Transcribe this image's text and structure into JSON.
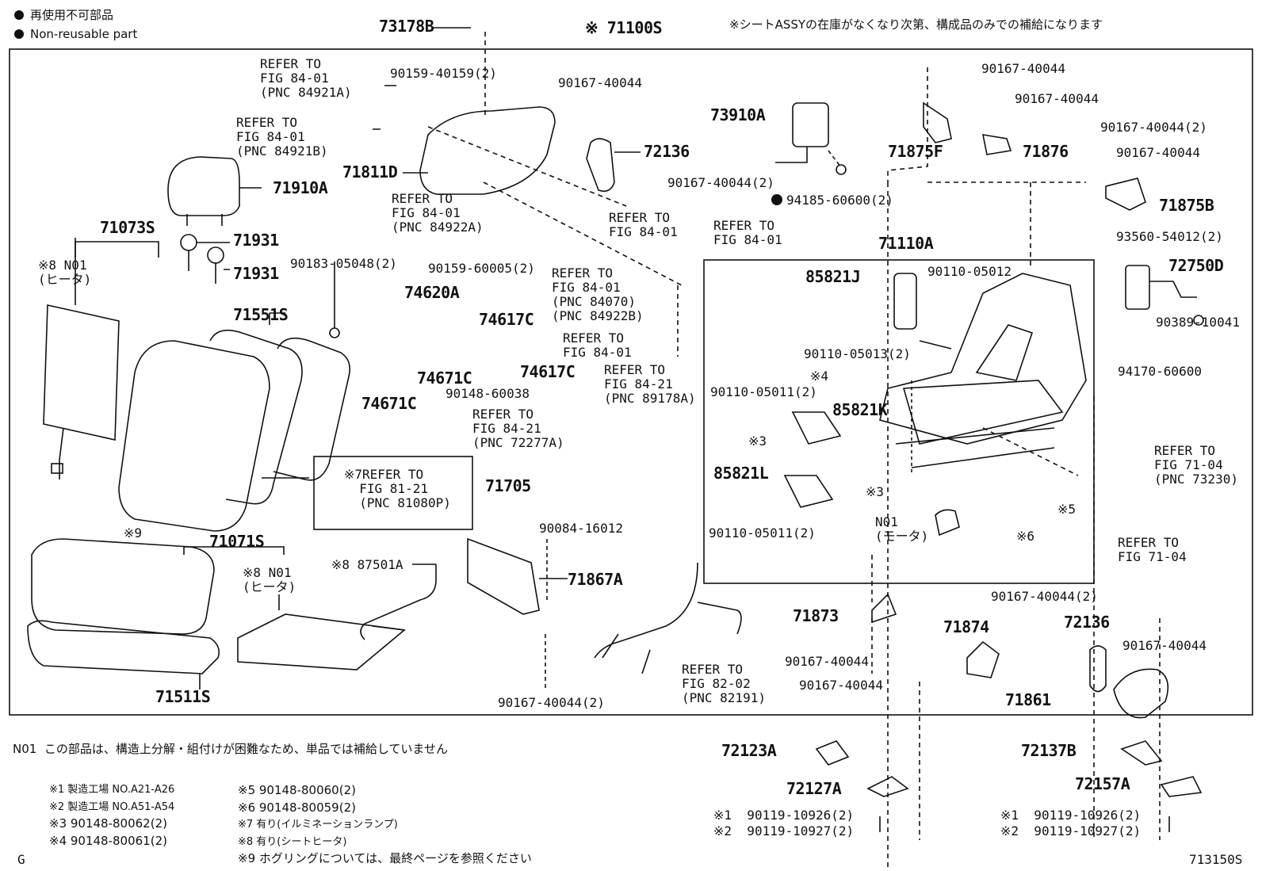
{
  "legend": {
    "jp": "再使用不可部品",
    "en": "Non-reusable part"
  },
  "top": {
    "p73178B": "73178B",
    "p71100S": "※ 71100S",
    "note_jp": "※シートASSYの在庫がなくなり次第、構成品のみでの補給になります"
  },
  "parts": {
    "ref1": "REFER TO\nFIG 84-01\n(PNC 84921A)",
    "ref2": "REFER TO\nFIG 84-01\n(PNC 84921B)",
    "p90159_40159": "90159-40159(2)",
    "p90167_40044_a": "90167-40044",
    "p73910A": "73910A",
    "p90167_40044_r1": "90167-40044",
    "p90167_40044_r2": "90167-40044",
    "p90167_40044_r3": "90167-40044(2)",
    "p71875F": "71875F",
    "p71876": "71876",
    "p90167_40044_r4": "90167-40044",
    "p71875B": "71875B",
    "p72136_top": "72136",
    "p71811D": "71811D",
    "p90167_40044_2b": "90167-40044(2)",
    "p94185": "94185-60600(2)",
    "p71910A": "71910A",
    "ref3": "REFER TO\nFIG 84-01\n(PNC 84922A)",
    "ref4": "REFER TO\nFIG 84-01",
    "ref5": "REFER TO\nFIG 84-01",
    "p71073S": "71073S",
    "p71931a": "71931",
    "p71931b": "71931",
    "p93560": "93560-54012(2)",
    "p71110A": "71110A",
    "p72750D": "72750D",
    "n01_heater_top": "※8 N01\n(ヒータ)",
    "p90183": "90183-05048(2)",
    "p90159_60005": "90159-60005(2)",
    "ref6": "REFER TO\nFIG 84-01\n(PNC 84070)\n(PNC 84922B)",
    "p85821J": "85821J",
    "p90110_05012": "90110-05012",
    "p90389": "90389-10041",
    "p74620A": "74620A",
    "p71551S": "71551S",
    "p74617C_a": "74617C",
    "ref7": "REFER TO\nFIG 84-01",
    "p90110_05013": "90110-05013(2)",
    "p74617C_b": "74617C",
    "p74671C_a": "74671C",
    "ref8": "REFER TO\nFIG 84-21\n(PNC 89178A)",
    "x4": "※4",
    "p94170": "94170-60600",
    "p90148_60038": "90148-60038",
    "p74671C_b": "74671C",
    "p90110_05011a": "90110-05011(2)",
    "p85821K": "85821K",
    "ref9": "REFER TO\nFIG 84-21\n(PNC 72277A)",
    "x3a": "※3",
    "ref10": "REFER TO\nFIG 71-04\n(PNC 73230)",
    "ref11": "※7REFER TO\n  FIG 81-21\n  (PNC 81080P)",
    "p71705": "71705",
    "p85821L": "85821L",
    "x3b": "※3",
    "x5": "※5",
    "p90110_05011b": "90110-05011(2)",
    "n01_motor": "N01\n(モータ)",
    "x6": "※6",
    "ref12": "REFER TO\nFIG 71-04",
    "x9": "※9",
    "p90084": "90084-16012",
    "p71071S": "71071S",
    "n01_heater_bot": "※8 N01\n(ヒータ)",
    "p87501A": "※8 87501A",
    "p71867A": "71867A",
    "p90167_40044_2c": "90167-40044(2)",
    "p72136_bot": "72136",
    "p71873": "71873",
    "p71874": "71874",
    "p90167_40044_m": "90167-40044",
    "p90167_40044_n": "90167-40044",
    "p90167_40044_o": "90167-40044",
    "ref13": "REFER TO\nFIG 82-02\n(PNC 82191)",
    "p71861": "71861",
    "p71511S": "71511S",
    "p90167_40044_2d": "90167-40044(2)"
  },
  "notes": {
    "n01": "N01  この部品は、構造上分解・組付けが困難なため、単品では補給していません",
    "n1": "※1 製造工場 NO.A21-A26",
    "n2": "※2 製造工場 NO.A51-A54",
    "n3": "※3 90148-80062(2)",
    "n4": "※4 90148-80061(2)",
    "n5": "※5 90148-80060(2)",
    "n6": "※6 90148-80059(2)",
    "n7": "※7 有り(イルミネーションランプ)",
    "n8": "※8 有り(シートヒータ)",
    "n9": "※9 ホグリングについては、最終ページを参照ください",
    "g": "G",
    "code": "713150S"
  },
  "bottom_parts": {
    "p72123A": "72123A",
    "p72127A": "72127A",
    "p90119_10926_l": "※1  90119-10926(2)",
    "p90119_10927_l": "※2  90119-10927(2)",
    "p72137B": "72137B",
    "p72157A": "72157A",
    "p90119_10926_r": "※1  90119-10926(2)",
    "p90119_10927_r": "※2  90119-10927(2)"
  }
}
